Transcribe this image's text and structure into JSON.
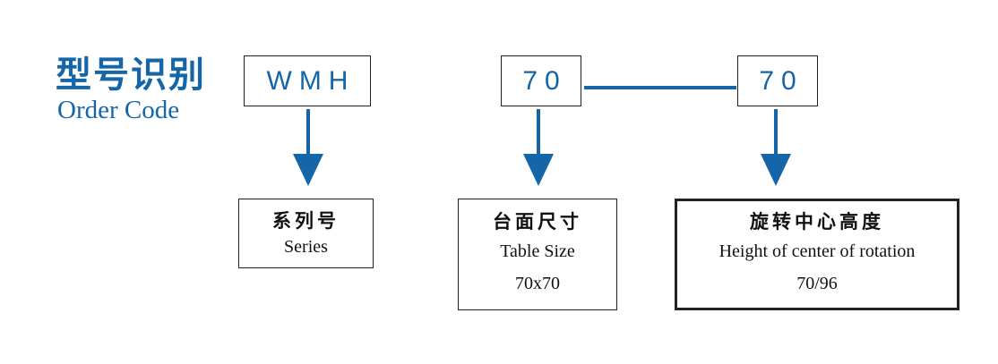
{
  "heading": {
    "chinese": "型号识别",
    "english": "Order Code"
  },
  "codes": [
    {
      "text": "WMH"
    },
    {
      "text": "70"
    },
    {
      "text": "70"
    }
  ],
  "descriptions": [
    {
      "chinese": "系列号",
      "english": "Series",
      "value": ""
    },
    {
      "chinese": "台面尺寸",
      "english": "Table Size",
      "value": "70x70"
    },
    {
      "chinese": "旋转中心高度",
      "english": "Height of center of rotation",
      "value": "70/96"
    }
  ],
  "colors": {
    "accent": "#1565a9",
    "border": "#222222",
    "text": "#111111"
  }
}
